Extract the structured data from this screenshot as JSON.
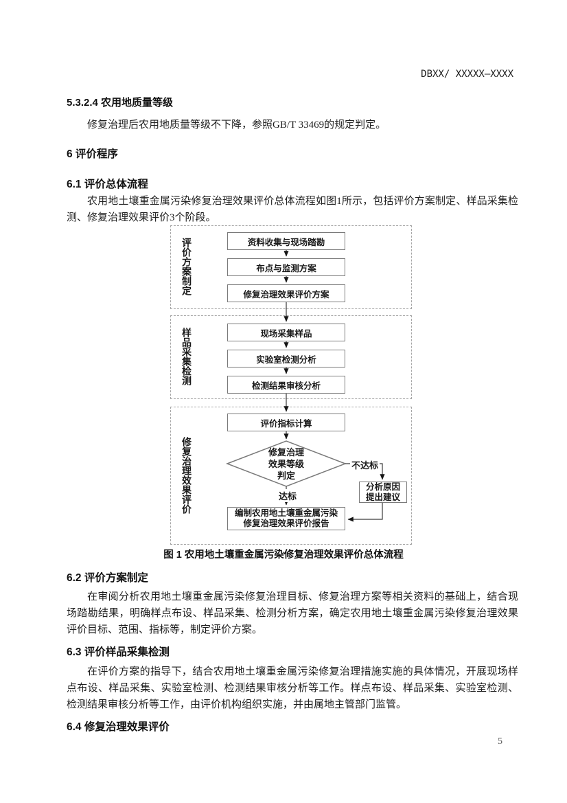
{
  "page": {
    "header_code": "DBXX/ XXXXX—XXXX",
    "page_number": "5"
  },
  "sections": {
    "s5324": {
      "heading": "5.3.2.4  农用地质量等级",
      "body": "修复治理后农用地质量等级不下降，参照GB/T 33469的规定判定。"
    },
    "s6": {
      "heading": "6  评价程序"
    },
    "s61": {
      "heading": "6.1  评价总体流程",
      "body": "农用地土壤重金属污染修复治理效果评价总体流程如图1所示，包括评价方案制定、样品采集检测、修复治理效果评价3个阶段。"
    },
    "s62": {
      "heading": "6.2  评价方案制定",
      "body": "在审阅分析农用地土壤重金属污染修复治理目标、修复治理方案等相关资料的基础上，结合现场踏勘结果，明确样点布设、样品采集、检测分析方案，确定农用地土壤重金属污染修复治理效果评价目标、范围、指标等，制定评价方案。"
    },
    "s63": {
      "heading": "6.3  评价样品采集检测",
      "body": "在评价方案的指导下，结合农用地土壤重金属污染修复治理措施实施的具体情况，开展现场样点布设、样品采集、实验室检测、检测结果审核分析等工作。样点布设、样品采集、实验室检测、检测结果审核分析等工作，由评价机构组织实施，并由属地主管部门监管。"
    },
    "s64": {
      "heading": "6.4  修复治理效果评价"
    }
  },
  "figure": {
    "caption": "图 1  农用地土壤重金属污染修复治理效果评价总体流程",
    "stages": [
      {
        "label": "评价方案制定",
        "boxes": [
          "资料收集与现场踏勘",
          "布点与监测方案",
          "修复治理效果评价方案"
        ]
      },
      {
        "label": "样品采集检测",
        "boxes": [
          "现场采集样品",
          "实验室检测分析",
          "检测结果审核分析"
        ]
      },
      {
        "label": "修复治理效果评价",
        "boxes": [
          "评价指标计算"
        ]
      }
    ],
    "decision": {
      "text": "修复治理\n效果等级\n判定",
      "no_label": "不达标",
      "yes_label": "达标"
    },
    "remedy_box": "分析原因\n提出建议",
    "report_box": "编制农用地土壤重金属污染\n修复治理效果评价报告",
    "colors": {
      "box_border": "#7a7a7a",
      "dashed_border": "#a6a6a6",
      "arrow": "#3a3a3a",
      "text": "#1a1a1a"
    }
  }
}
